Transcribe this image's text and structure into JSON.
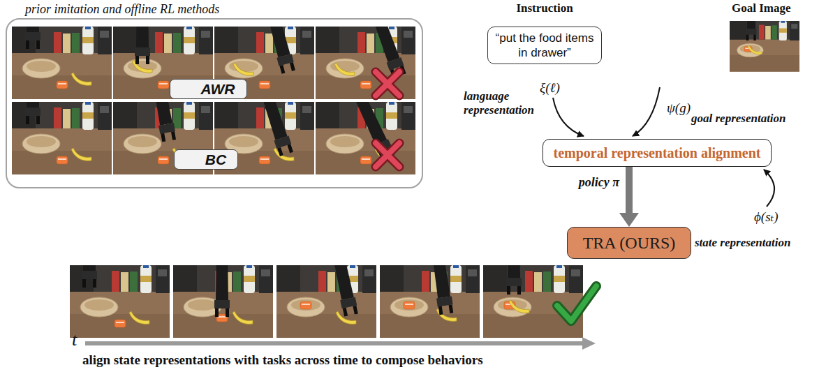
{
  "diagram": {
    "nodes": [
      {
        "text": [
          "prior imitation and offline RL methods"
        ]
      },
      {
        "text": [
          "AWR"
        ],
        "in": 0
      },
      {
        "text": [
          "BC"
        ],
        "in": 0
      },
      {
        "text": [
          "Instruction",
          "“put the food items in drawer”"
        ]
      },
      {
        "text": [
          "temporal representation alignment"
        ]
      },
      {
        "text": [
          "TRA (OURS)"
        ]
      }
    ],
    "edges": [
      {
        "from": 4,
        "to": 5,
        "arrow": "to",
        "label": "policy π"
      }
    ],
    "labels": [
      "Goal Image",
      "ξ(ℓ)",
      "language representation",
      "ψ(g)",
      "goal representation",
      "ϕ(sₜ)",
      "state representation",
      "t",
      "align state representations with tasks across time to compose behaviors"
    ]
  }
}
